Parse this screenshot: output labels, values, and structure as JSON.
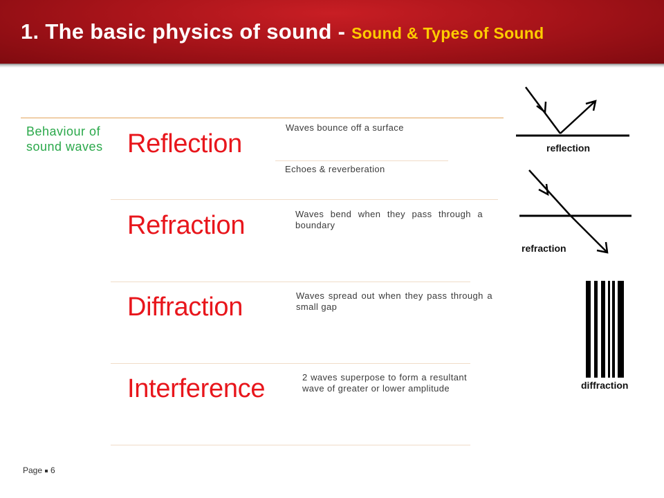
{
  "title": {
    "main": "1.  The basic physics of sound - ",
    "sub": "Sound & Types of Sound"
  },
  "category": "Behaviour of sound waves",
  "rows": [
    {
      "term": "Reflection",
      "descriptions": [
        "Waves bounce off a surface",
        "Echoes & reverberation"
      ]
    },
    {
      "term": "Refraction",
      "descriptions": [
        "Waves bend when they pass through a boundary"
      ]
    },
    {
      "term": "Diffraction",
      "descriptions": [
        "Waves spread out when they pass through a small gap"
      ]
    },
    {
      "term": "Interference",
      "descriptions": [
        "2 waves superpose to form a resultant wave of greater or lower amplitude"
      ]
    }
  ],
  "diagrams": {
    "reflection_label": "reflection",
    "refraction_label": "refraction",
    "diffraction_label": "diffraction"
  },
  "footer": {
    "page_label": "Page",
    "page_number": "6"
  },
  "colors": {
    "header": "#a9141a",
    "title_sub": "#ffcc00",
    "term": "#e8161c",
    "category": "#2aa84a"
  }
}
